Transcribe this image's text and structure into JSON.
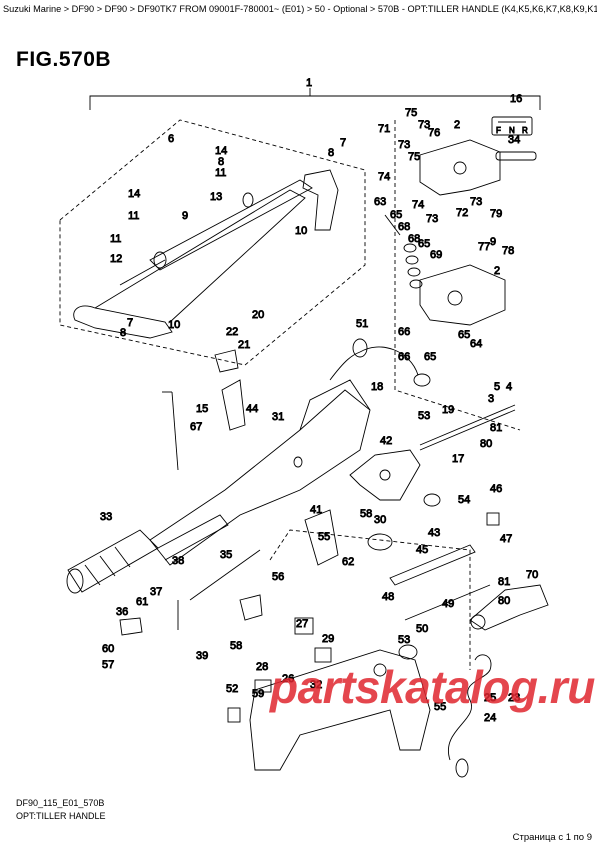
{
  "breadcrumb": "Suzuki Marine > DF90 > DF90 > DF90TK7 FROM 09001F-780001~ (E01) > 50 - Optional > 570B - OPT:TILLER HANDLE (K4,K5,K6,K7,K8,K9,K10,011)",
  "figure_title": "FIG.570B",
  "figure_code": "DF90_115_E01_570B",
  "figure_caption": "OPT:TILLER HANDLE",
  "watermark": "partskatalog.ru",
  "page_indicator": "Страница с 1 по 9",
  "selector_labels": [
    "F",
    "N",
    "R"
  ],
  "callouts": [
    {
      "id": "c1",
      "text": "1"
    },
    {
      "id": "c16",
      "text": "16"
    },
    {
      "id": "c75",
      "text": "75"
    },
    {
      "id": "c73a",
      "text": "73"
    },
    {
      "id": "c71",
      "text": "71"
    },
    {
      "id": "c73b",
      "text": "73"
    },
    {
      "id": "c76",
      "text": "76"
    },
    {
      "id": "c75b",
      "text": "75"
    },
    {
      "id": "c2a",
      "text": "2"
    },
    {
      "id": "c34",
      "text": "34"
    },
    {
      "id": "c6",
      "text": "6"
    },
    {
      "id": "c14",
      "text": "14"
    },
    {
      "id": "c7a",
      "text": "7"
    },
    {
      "id": "c8a",
      "text": "8"
    },
    {
      "id": "c8b",
      "text": "8"
    },
    {
      "id": "c11a",
      "text": "11"
    },
    {
      "id": "c74a",
      "text": "74"
    },
    {
      "id": "c74b",
      "text": "74"
    },
    {
      "id": "c73c",
      "text": "73"
    },
    {
      "id": "c72",
      "text": "72"
    },
    {
      "id": "c73d",
      "text": "73"
    },
    {
      "id": "c14b",
      "text": "14"
    },
    {
      "id": "c13",
      "text": "13"
    },
    {
      "id": "c63",
      "text": "63"
    },
    {
      "id": "c65a",
      "text": "65"
    },
    {
      "id": "c68a",
      "text": "68"
    },
    {
      "id": "c79a",
      "text": "79"
    },
    {
      "id": "c11b",
      "text": "11"
    },
    {
      "id": "c9",
      "text": "9"
    },
    {
      "id": "c9b",
      "text": "9"
    },
    {
      "id": "c77",
      "text": "77"
    },
    {
      "id": "c78",
      "text": "78"
    },
    {
      "id": "c10a",
      "text": "10"
    },
    {
      "id": "c11c",
      "text": "11"
    },
    {
      "id": "c68b",
      "text": "68"
    },
    {
      "id": "c65b",
      "text": "65"
    },
    {
      "id": "c69",
      "text": "69"
    },
    {
      "id": "c12",
      "text": "12"
    },
    {
      "id": "c2b",
      "text": "2"
    },
    {
      "id": "c10b",
      "text": "10"
    },
    {
      "id": "c51",
      "text": "51"
    },
    {
      "id": "c20",
      "text": "20"
    },
    {
      "id": "c8c",
      "text": "8"
    },
    {
      "id": "c7b",
      "text": "7"
    },
    {
      "id": "c22",
      "text": "22"
    },
    {
      "id": "c21",
      "text": "21"
    },
    {
      "id": "c66a",
      "text": "66"
    },
    {
      "id": "c66b",
      "text": "66"
    },
    {
      "id": "c65c",
      "text": "65"
    },
    {
      "id": "c64",
      "text": "64"
    },
    {
      "id": "c65d",
      "text": "65"
    },
    {
      "id": "c18",
      "text": "18"
    },
    {
      "id": "c5",
      "text": "5"
    },
    {
      "id": "c4",
      "text": "4"
    },
    {
      "id": "c3",
      "text": "3"
    },
    {
      "id": "c15",
      "text": "15"
    },
    {
      "id": "c44",
      "text": "44"
    },
    {
      "id": "c31",
      "text": "31"
    },
    {
      "id": "c19",
      "text": "19"
    },
    {
      "id": "c53a",
      "text": "53"
    },
    {
      "id": "c81a",
      "text": "81"
    },
    {
      "id": "c80a",
      "text": "80"
    },
    {
      "id": "c67",
      "text": "67"
    },
    {
      "id": "c42",
      "text": "42"
    },
    {
      "id": "c17",
      "text": "17"
    },
    {
      "id": "c46",
      "text": "46"
    },
    {
      "id": "c54",
      "text": "54"
    },
    {
      "id": "c41",
      "text": "41"
    },
    {
      "id": "c58a",
      "text": "58"
    },
    {
      "id": "c30",
      "text": "30"
    },
    {
      "id": "c43",
      "text": "43"
    },
    {
      "id": "c33",
      "text": "33"
    },
    {
      "id": "c47",
      "text": "47"
    },
    {
      "id": "c55a",
      "text": "55"
    },
    {
      "id": "c45",
      "text": "45"
    },
    {
      "id": "c35",
      "text": "35"
    },
    {
      "id": "c38",
      "text": "38"
    },
    {
      "id": "c62",
      "text": "62"
    },
    {
      "id": "c56",
      "text": "56"
    },
    {
      "id": "c70",
      "text": "70"
    },
    {
      "id": "c81b",
      "text": "81"
    },
    {
      "id": "c37",
      "text": "37"
    },
    {
      "id": "c48",
      "text": "48"
    },
    {
      "id": "c49",
      "text": "49"
    },
    {
      "id": "c80b",
      "text": "80"
    },
    {
      "id": "c36",
      "text": "36"
    },
    {
      "id": "c61",
      "text": "61"
    },
    {
      "id": "c27",
      "text": "27"
    },
    {
      "id": "c53b",
      "text": "53"
    },
    {
      "id": "c50",
      "text": "50"
    },
    {
      "id": "c58b",
      "text": "58"
    },
    {
      "id": "c29",
      "text": "29"
    },
    {
      "id": "c60",
      "text": "60"
    },
    {
      "id": "c39",
      "text": "39"
    },
    {
      "id": "c57",
      "text": "57"
    },
    {
      "id": "c28",
      "text": "28"
    },
    {
      "id": "c26",
      "text": "26"
    },
    {
      "id": "c52",
      "text": "52"
    },
    {
      "id": "c32",
      "text": "32"
    },
    {
      "id": "c59",
      "text": "59"
    },
    {
      "id": "c55b",
      "text": "55"
    },
    {
      "id": "c25",
      "text": "25"
    },
    {
      "id": "c23",
      "text": "23"
    },
    {
      "id": "c24",
      "text": "24"
    }
  ]
}
